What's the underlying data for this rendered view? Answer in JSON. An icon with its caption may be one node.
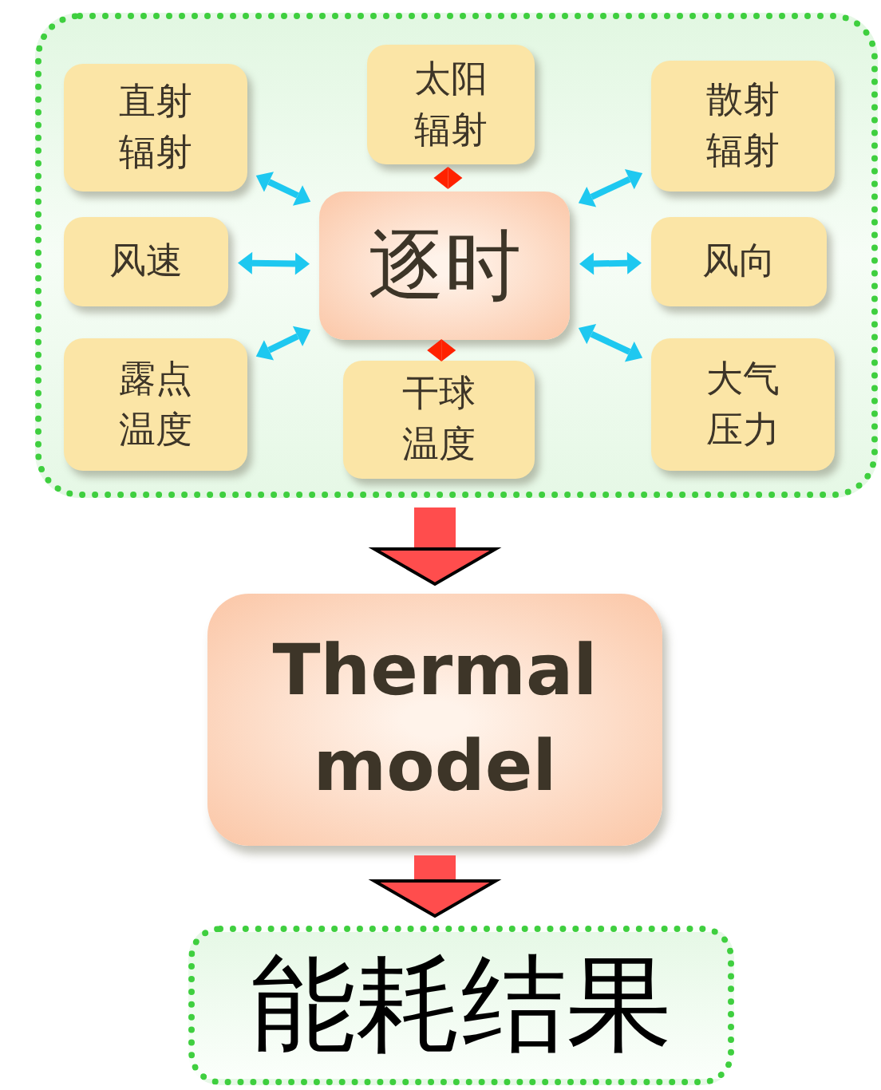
{
  "diagram": {
    "nodes": [
      {
        "text": [],
        "shape": "box"
      },
      {
        "text": [
          "直射辐射"
        ],
        "in": 0
      },
      {
        "text": [
          "太阳辐射"
        ],
        "in": 0
      },
      {
        "text": [
          "散射辐射"
        ],
        "in": 0
      },
      {
        "text": [
          "风速"
        ],
        "in": 0
      },
      {
        "text": [
          "逐时"
        ],
        "in": 0
      },
      {
        "text": [
          "风向"
        ],
        "in": 0
      },
      {
        "text": [
          "露点温度"
        ],
        "in": 0
      },
      {
        "text": [
          "干球温度"
        ],
        "in": 0
      },
      {
        "text": [
          "大气压力"
        ],
        "in": 0
      },
      {
        "text": [
          "Thermal model"
        ]
      },
      {
        "text": [
          "能耗结果"
        ]
      }
    ],
    "edges": [
      {
        "from": 1,
        "to": 5,
        "arrow": "both"
      },
      {
        "from": 2,
        "to": 5,
        "arrow": "both",
        "color": "#ff2200"
      },
      {
        "from": 3,
        "to": 5,
        "arrow": "both"
      },
      {
        "from": 4,
        "to": 5,
        "arrow": "both"
      },
      {
        "from": 6,
        "to": 5,
        "arrow": "both"
      },
      {
        "from": 7,
        "to": 5,
        "arrow": "both"
      },
      {
        "from": 8,
        "to": 5,
        "arrow": "both",
        "color": "#ff2200"
      },
      {
        "from": 9,
        "to": 5,
        "arrow": "both"
      },
      {
        "from": 0,
        "to": 10,
        "arrow": "to",
        "style": "thick",
        "color": "#ff4d4d"
      },
      {
        "from": 10,
        "to": 11,
        "arrow": "to",
        "style": "thick",
        "color": "#ff4d4d"
      }
    ]
  }
}
